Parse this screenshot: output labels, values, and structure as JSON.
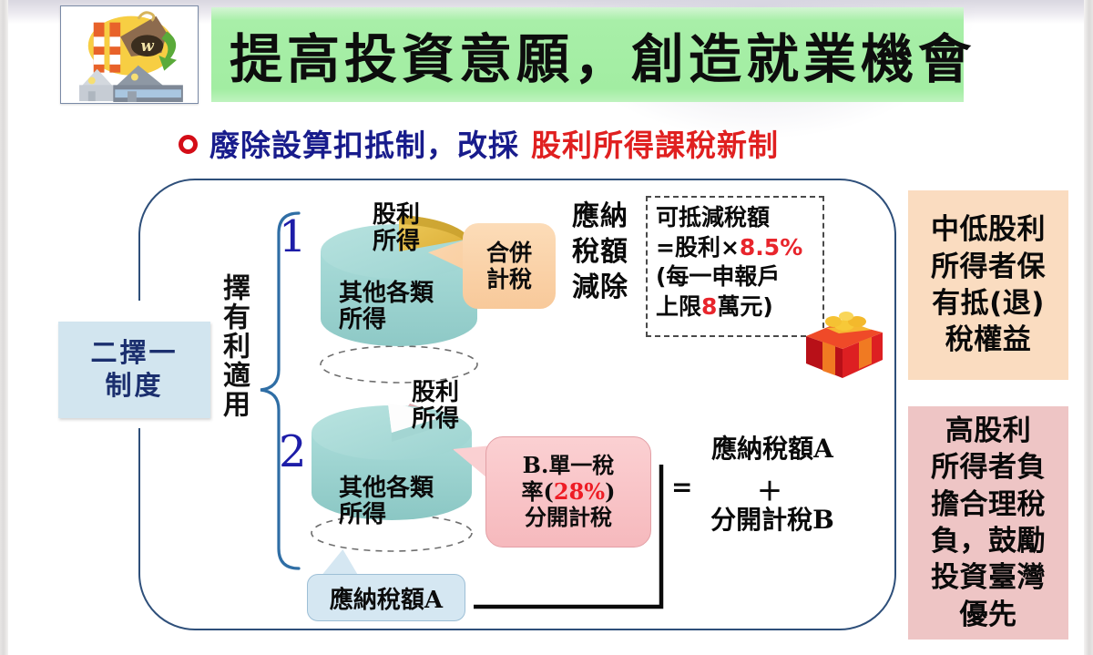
{
  "header": {
    "logo_icon": "investment-factory-moneybag-icon",
    "title": "提高投資意願，創造就業機會",
    "title_band_color": "#a8efa8"
  },
  "subtitle": {
    "bullet_icon": "red-ring-bullet-icon",
    "part1": "廢除設算扣抵制，改採",
    "part2": "股利所得課稅新制",
    "part1_color": "#181c8c",
    "part2_color": "#e02020"
  },
  "diagram": {
    "left_label": {
      "line1": "二擇一",
      "line2": "制度",
      "bg_color": "#d2e5ef"
    },
    "vertical_label": "擇有利適用",
    "options": [
      {
        "number": "1",
        "pie": {
          "slice_label": "股利\n所得",
          "slice_label_line1": "股利",
          "slice_label_line2": "所得",
          "base_label_line1": "其他各類",
          "base_label_line2": "所得",
          "slice_color": "#e8c253",
          "base_color": "#a9dcd9"
        },
        "callout": {
          "line1": "合併",
          "line2": "計稅",
          "bg_color": "#f8c99a"
        },
        "deduct_text_lines": [
          "應納",
          "稅額",
          "減除"
        ],
        "credit_box": {
          "line1": "可抵減稅額",
          "line2_pre": "=股利×",
          "line2_hl": "8.5%",
          "line3": "(每一申報戶",
          "line4_pre": "上限",
          "line4_hl": "8",
          "line4_post": "萬元)",
          "highlight_color": "#e8252c"
        },
        "gift_icon": "gift-box-icon"
      },
      {
        "number": "2",
        "pie": {
          "slice_label_line1": "股利",
          "slice_label_line2": "所得",
          "base_label_line1": "其他各類",
          "base_label_line2": "所得",
          "slice_color": "#d8a8ad",
          "base_color": "#a9dcd9"
        },
        "callout": {
          "line1": "B.單一稅",
          "line2_pre": "率(",
          "line2_hl": "28%",
          "line2_post": ")",
          "line3": "分開計稅",
          "bg_color": "#f6b9bd",
          "highlight_color": "#ee1c25"
        },
        "tax_a_bubble": "應納稅額A",
        "equation": {
          "line1": "應納稅額A",
          "eq_sign": "=",
          "plus_sign": "＋",
          "line2": "分開計稅B"
        }
      }
    ]
  },
  "right_panel": {
    "top_box": {
      "line1": "中低股利",
      "line2": "所得者保",
      "line3": "有抵(退)",
      "line4": "稅權益",
      "bg_color": "#fadcc0"
    },
    "bottom_box": {
      "line1": "高股利",
      "line2": "所得者負",
      "line3": "擔合理稅",
      "line4": "負，鼓勵",
      "line5": "投資臺灣",
      "line6": "優先",
      "bg_color": "#eec5c5"
    }
  }
}
